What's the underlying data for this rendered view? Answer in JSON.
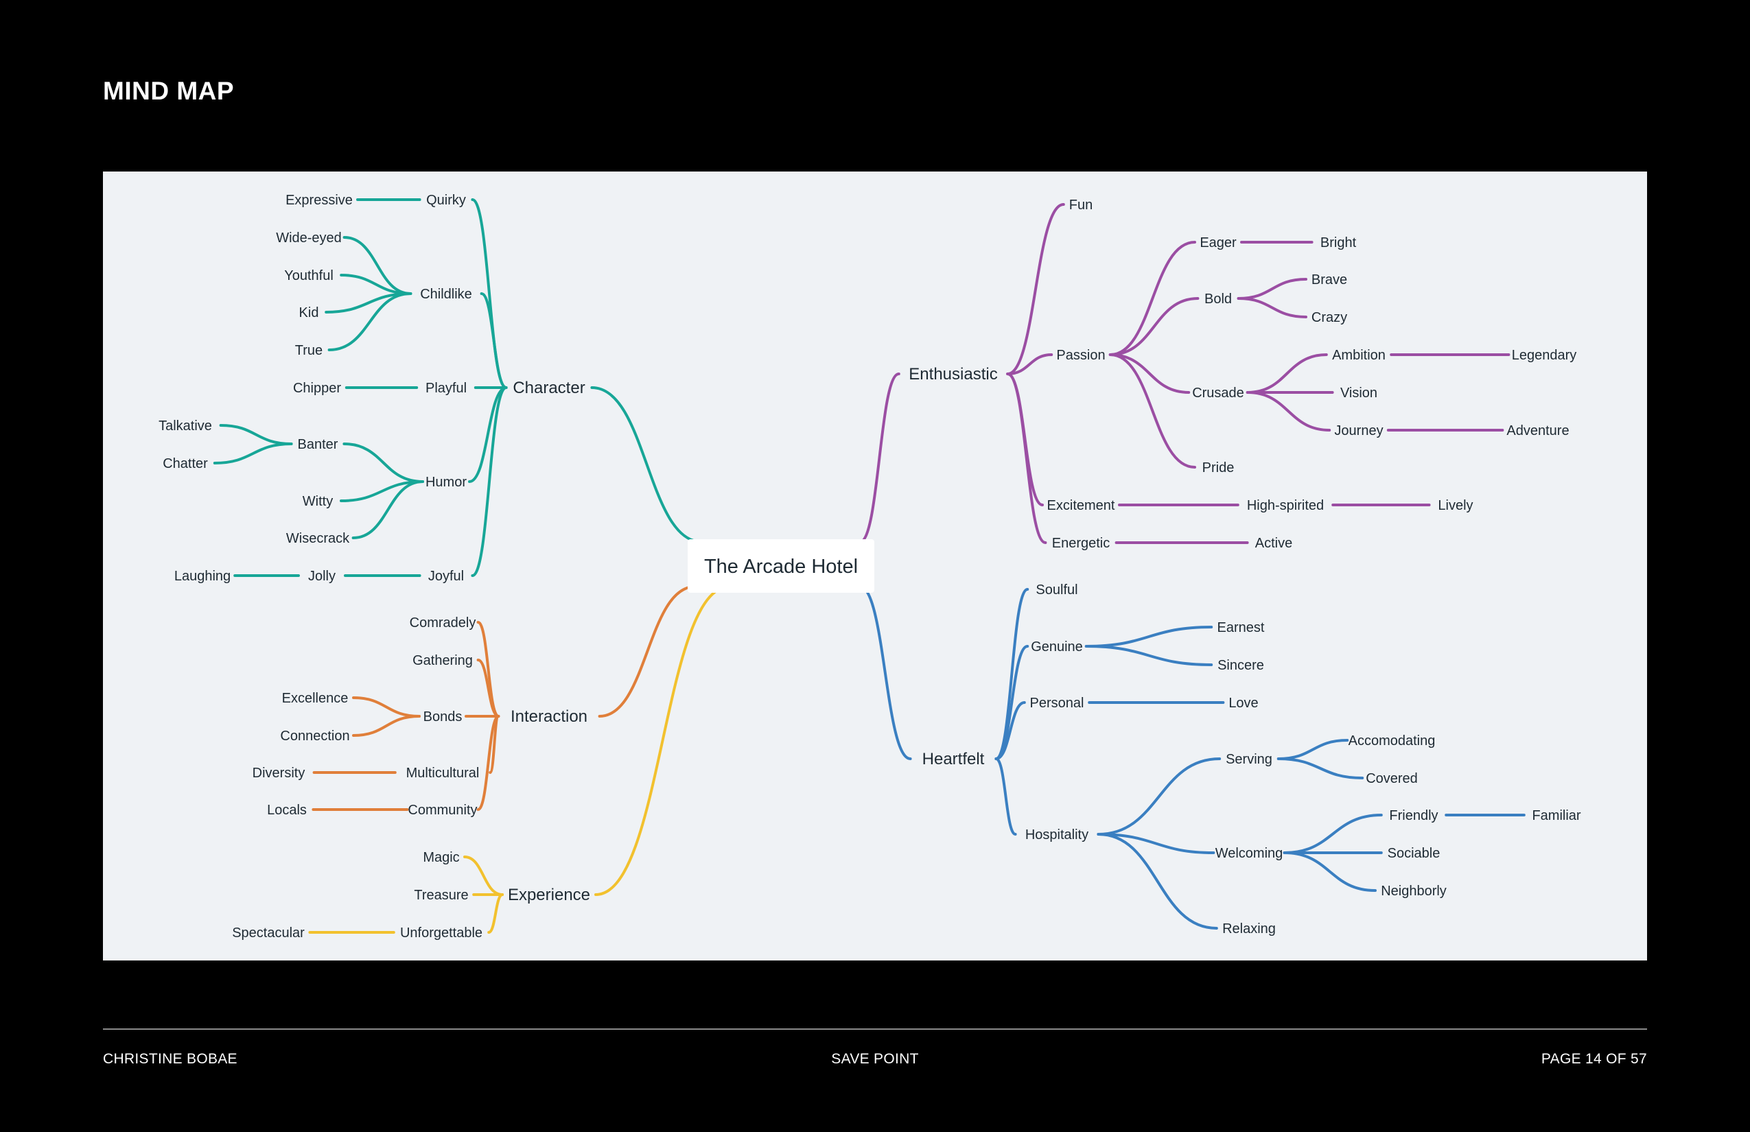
{
  "header": {
    "title": "MIND MAP"
  },
  "footer": {
    "author": "CHRISTINE BOBAE",
    "project": "SAVE POINT",
    "page": "PAGE 14 OF 57"
  },
  "colors": {
    "background": "#000000",
    "panel": "#eff2f5",
    "character": "#17a697",
    "interaction": "#e07f3a",
    "experience": "#f2c12e",
    "enthusiastic": "#9b4ea3",
    "heartfelt": "#3a7fc1",
    "node_text": "#1e2a33"
  },
  "mindmap": {
    "root": "The Arcade Hotel",
    "branches": [
      {
        "label": "Character",
        "color": "character",
        "side": "left",
        "children": [
          {
            "label": "Quirky",
            "children": [
              {
                "label": "Expressive"
              }
            ]
          },
          {
            "label": "Childlike",
            "children": [
              {
                "label": "Wide-eyed"
              },
              {
                "label": "Youthful"
              },
              {
                "label": "Kid"
              },
              {
                "label": "True"
              }
            ]
          },
          {
            "label": "Playful",
            "children": [
              {
                "label": "Chipper"
              }
            ]
          },
          {
            "label": "Humor",
            "children": [
              {
                "label": "Banter",
                "children": [
                  {
                    "label": "Talkative"
                  },
                  {
                    "label": "Chatter"
                  }
                ]
              },
              {
                "label": "Witty"
              },
              {
                "label": "Wisecrack"
              }
            ]
          },
          {
            "label": "Joyful",
            "children": [
              {
                "label": "Jolly",
                "children": [
                  {
                    "label": "Laughing"
                  }
                ]
              }
            ]
          }
        ]
      },
      {
        "label": "Interaction",
        "color": "interaction",
        "side": "left",
        "children": [
          {
            "label": "Comradely"
          },
          {
            "label": "Gathering"
          },
          {
            "label": "Bonds",
            "children": [
              {
                "label": "Excellence"
              },
              {
                "label": "Connection"
              }
            ]
          },
          {
            "label": "Multicultural",
            "children": [
              {
                "label": "Diversity"
              }
            ]
          },
          {
            "label": "Community",
            "children": [
              {
                "label": "Locals"
              }
            ]
          }
        ]
      },
      {
        "label": "Experience",
        "color": "experience",
        "side": "left",
        "children": [
          {
            "label": "Magic"
          },
          {
            "label": "Treasure"
          },
          {
            "label": "Unforgettable",
            "children": [
              {
                "label": "Spectacular"
              }
            ]
          }
        ]
      },
      {
        "label": "Enthusiastic",
        "color": "enthusiastic",
        "side": "right",
        "children": [
          {
            "label": "Fun"
          },
          {
            "label": "Passion",
            "children": [
              {
                "label": "Eager",
                "children": [
                  {
                    "label": "Bright"
                  }
                ]
              },
              {
                "label": "Bold",
                "children": [
                  {
                    "label": "Brave"
                  },
                  {
                    "label": "Crazy"
                  }
                ]
              },
              {
                "label": "Crusade",
                "children": [
                  {
                    "label": "Ambition",
                    "children": [
                      {
                        "label": "Legendary"
                      }
                    ]
                  },
                  {
                    "label": "Vision"
                  },
                  {
                    "label": "Journey",
                    "children": [
                      {
                        "label": "Adventure"
                      }
                    ]
                  }
                ]
              },
              {
                "label": "Pride"
              }
            ]
          },
          {
            "label": "Excitement",
            "children": [
              {
                "label": "High-spirited",
                "children": [
                  {
                    "label": "Lively"
                  }
                ]
              }
            ]
          },
          {
            "label": "Energetic",
            "children": [
              {
                "label": "Active"
              }
            ]
          }
        ]
      },
      {
        "label": "Heartfelt",
        "color": "heartfelt",
        "side": "right",
        "children": [
          {
            "label": "Soulful"
          },
          {
            "label": "Genuine",
            "children": [
              {
                "label": "Earnest"
              },
              {
                "label": "Sincere"
              }
            ]
          },
          {
            "label": "Personal",
            "children": [
              {
                "label": "Love"
              }
            ]
          },
          {
            "label": "Hospitality",
            "children": [
              {
                "label": "Serving",
                "children": [
                  {
                    "label": "Accomodating"
                  },
                  {
                    "label": "Covered"
                  }
                ]
              },
              {
                "label": "Welcoming",
                "children": [
                  {
                    "label": "Friendly",
                    "children": [
                      {
                        "label": "Familiar"
                      }
                    ]
                  },
                  {
                    "label": "Sociable"
                  },
                  {
                    "label": "Neighborly"
                  }
                ]
              },
              {
                "label": "Relaxing"
              }
            ]
          }
        ]
      }
    ]
  }
}
